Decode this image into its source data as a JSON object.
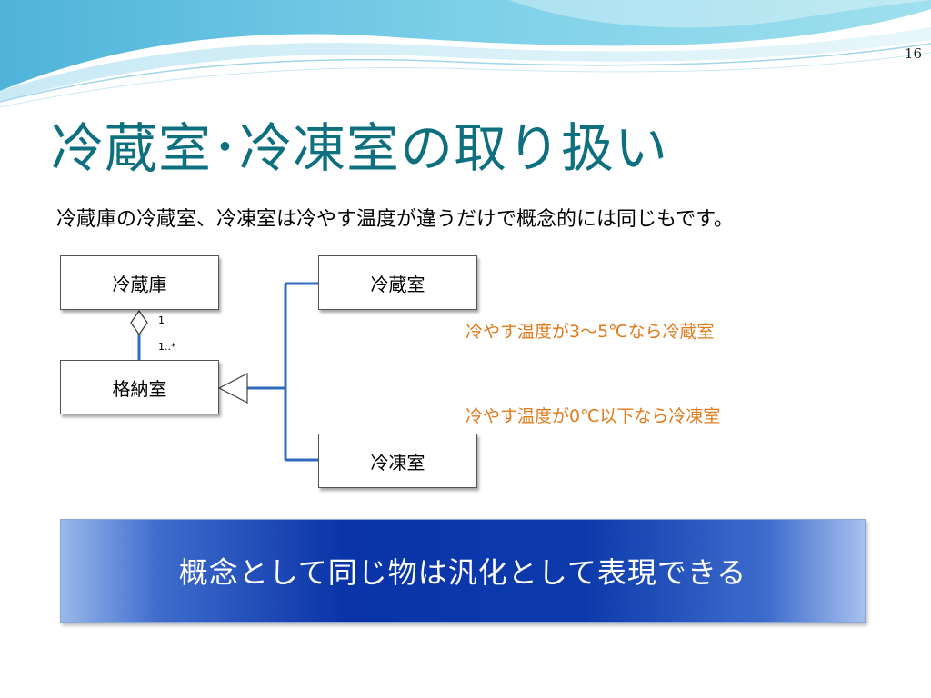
{
  "page_number": "16",
  "title": "冷蔵室･冷凍室の取り扱い",
  "subtitle": "冷蔵庫の冷蔵室、冷凍室は冷やす温度が違うだけで概念的には同じもです。",
  "diagram": {
    "classes": {
      "refrigerator": "冷蔵庫",
      "storage": "格納室",
      "fridge_room": "冷蔵室",
      "freezer_room": "冷凍室"
    },
    "multiplicity": {
      "whole": "1",
      "part": "1..*"
    },
    "notes": {
      "fridge": "冷やす温度が3～5℃なら冷蔵室",
      "freezer": "冷やす温度が0℃以下なら冷凍室"
    }
  },
  "banner": "概念として同じ物は汎化として表現できる",
  "colors": {
    "title": "#0e6f7e",
    "note": "#e07b1c",
    "connector": "#2f6cc0",
    "banner": "#0a34a8"
  }
}
